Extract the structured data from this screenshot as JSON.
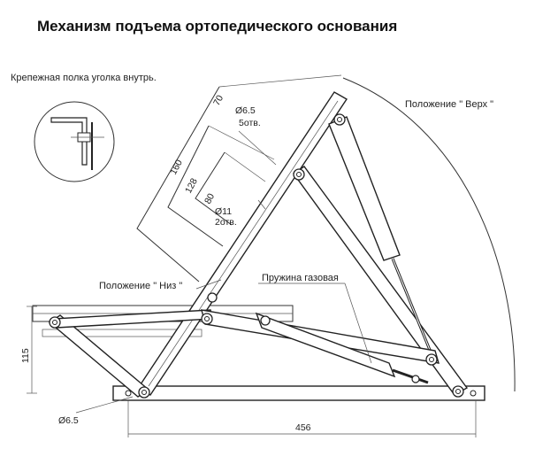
{
  "title": "Механизм подъема ортопедического основания",
  "labels": {
    "mount_note": "Крепежная полка уголка внутрь.",
    "position_top": "Положение \" Верх \"",
    "position_bottom": "Положение \" Низ \"",
    "gas_spring": "Пружина газовая"
  },
  "dimensions": {
    "hole_large": "Ø6.5",
    "hole_large_count": "5отв.",
    "hole_small": "Ø11",
    "hole_small_count": "2отв.",
    "d70": "70",
    "d160": "160",
    "d128": "128",
    "d80": "80",
    "d115": "115",
    "d456": "456",
    "pivot_hole": "Ø6.5"
  }
}
